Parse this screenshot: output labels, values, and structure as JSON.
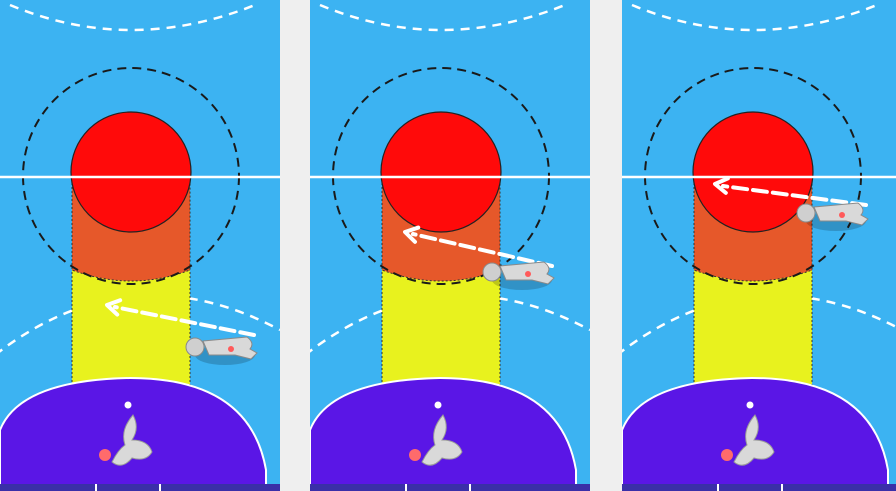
{
  "colors": {
    "court": "#3cb3f2",
    "gap": "#efefef",
    "purple_area": "#5a16e6",
    "red_zone": "#ff0a0a",
    "orange_zone": "#e6582a",
    "yellow_zone": "#e8f21e",
    "lines": "#ffffff",
    "dashed_ring": "#1a1a1a",
    "player": "#d9d9d9",
    "ball": "#ff6b6b"
  },
  "panels": [
    {
      "name": "panel-1",
      "player_stage": "in-yellow-zone"
    },
    {
      "name": "panel-2",
      "player_stage": "in-orange-zone"
    },
    {
      "name": "panel-3",
      "player_stage": "in-red-zone"
    }
  ]
}
